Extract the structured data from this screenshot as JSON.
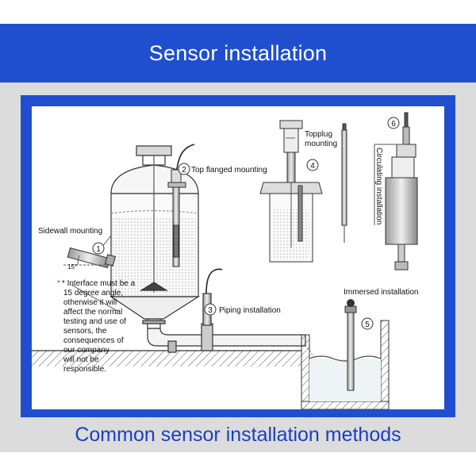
{
  "header": {
    "title": "Sensor installation"
  },
  "diagram": {
    "labels": {
      "n1": "1",
      "n2": "2",
      "n3": "3",
      "n4": "4",
      "n5": "5",
      "n6": "6",
      "sidewall": "Sidewall mounting",
      "top_flanged": "Top flanged mounting",
      "topplug_line1": "Topplug",
      "topplug_line2": "mounting",
      "circulating": "Circulating installation",
      "piping": "Piping installation",
      "immersed": "Immersed installation",
      "angle": "15°",
      "note": [
        "* Interface must be a",
        "15 degree angle,",
        "otherwise it will",
        "affect the normal",
        "testing and use of",
        "sensors, the",
        "consequences of",
        "our company",
        "will not be",
        "responsible."
      ]
    }
  },
  "caption": {
    "text": "Common sensor installation methods"
  },
  "colors": {
    "brand_blue": "#1f4fcf",
    "caption_blue": "#1c3fbf",
    "background_gray": "#dcdcdc"
  }
}
